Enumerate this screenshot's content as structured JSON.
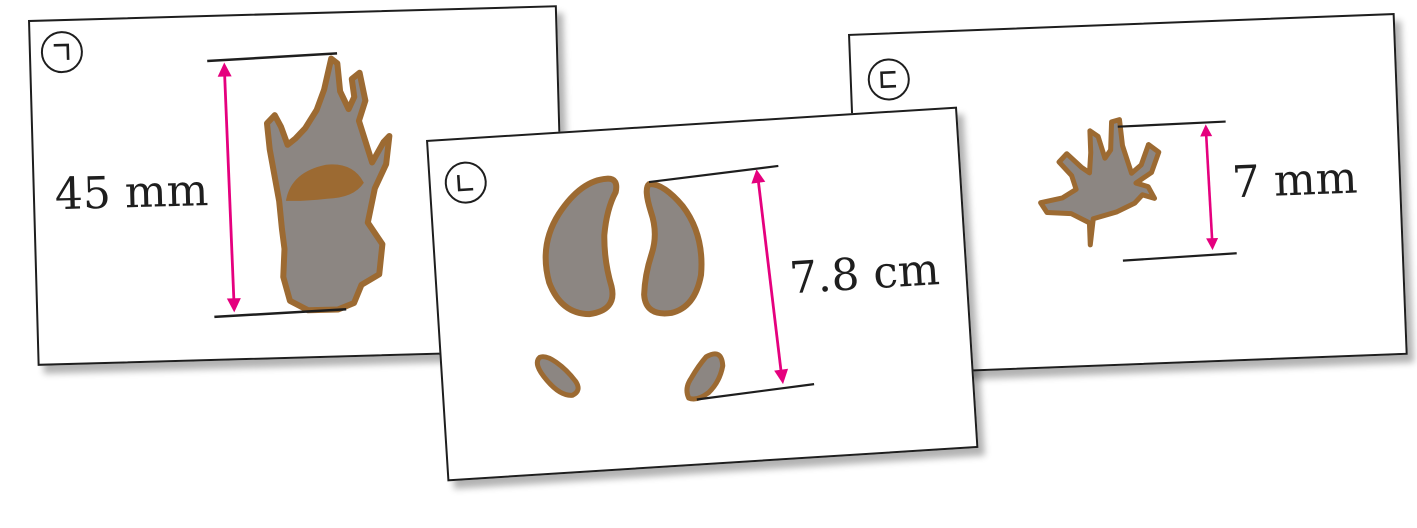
{
  "cards": {
    "a": {
      "tag_icon": "hangul-giyeok-icon",
      "measurement": "45 mm"
    },
    "b": {
      "tag_icon": "hangul-nieun-icon",
      "measurement": "7.8 cm"
    },
    "c": {
      "tag_icon": "hangul-digeut-icon",
      "measurement": "7 mm"
    }
  },
  "colors": {
    "arrow": "#e5007e",
    "print_fill": "#8c8682",
    "print_outline": "#9c6a32",
    "line": "#1e1e1e"
  }
}
